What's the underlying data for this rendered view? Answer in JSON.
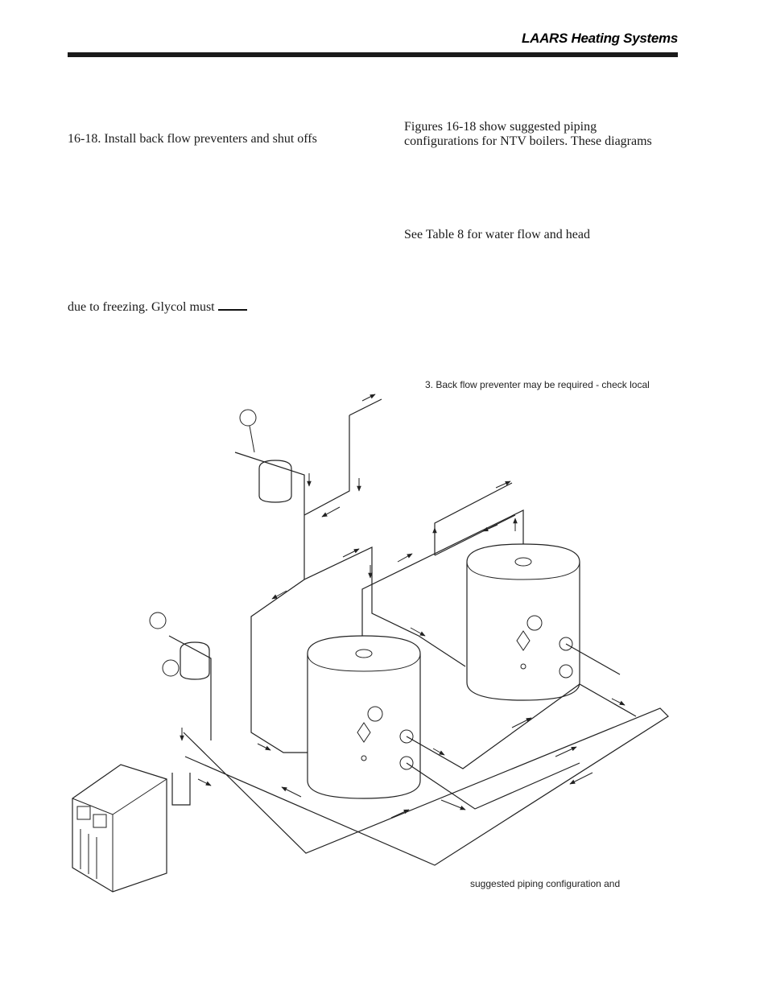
{
  "header": {
    "brand": "LAARS Heating Systems"
  },
  "left_column": {
    "line1": "16-18. Install back flow preventers and shut offs",
    "line2": "due to freezing. Glycol must"
  },
  "right_column": {
    "line1": "Figures 16-18 show suggested piping",
    "line2": "configurations for NTV boilers. These diagrams",
    "line3": "See Table 8 for water flow and head"
  },
  "diagram": {
    "note": "3.   Back flow preventer may be required - check local",
    "caption": "suggested piping configuration and"
  }
}
